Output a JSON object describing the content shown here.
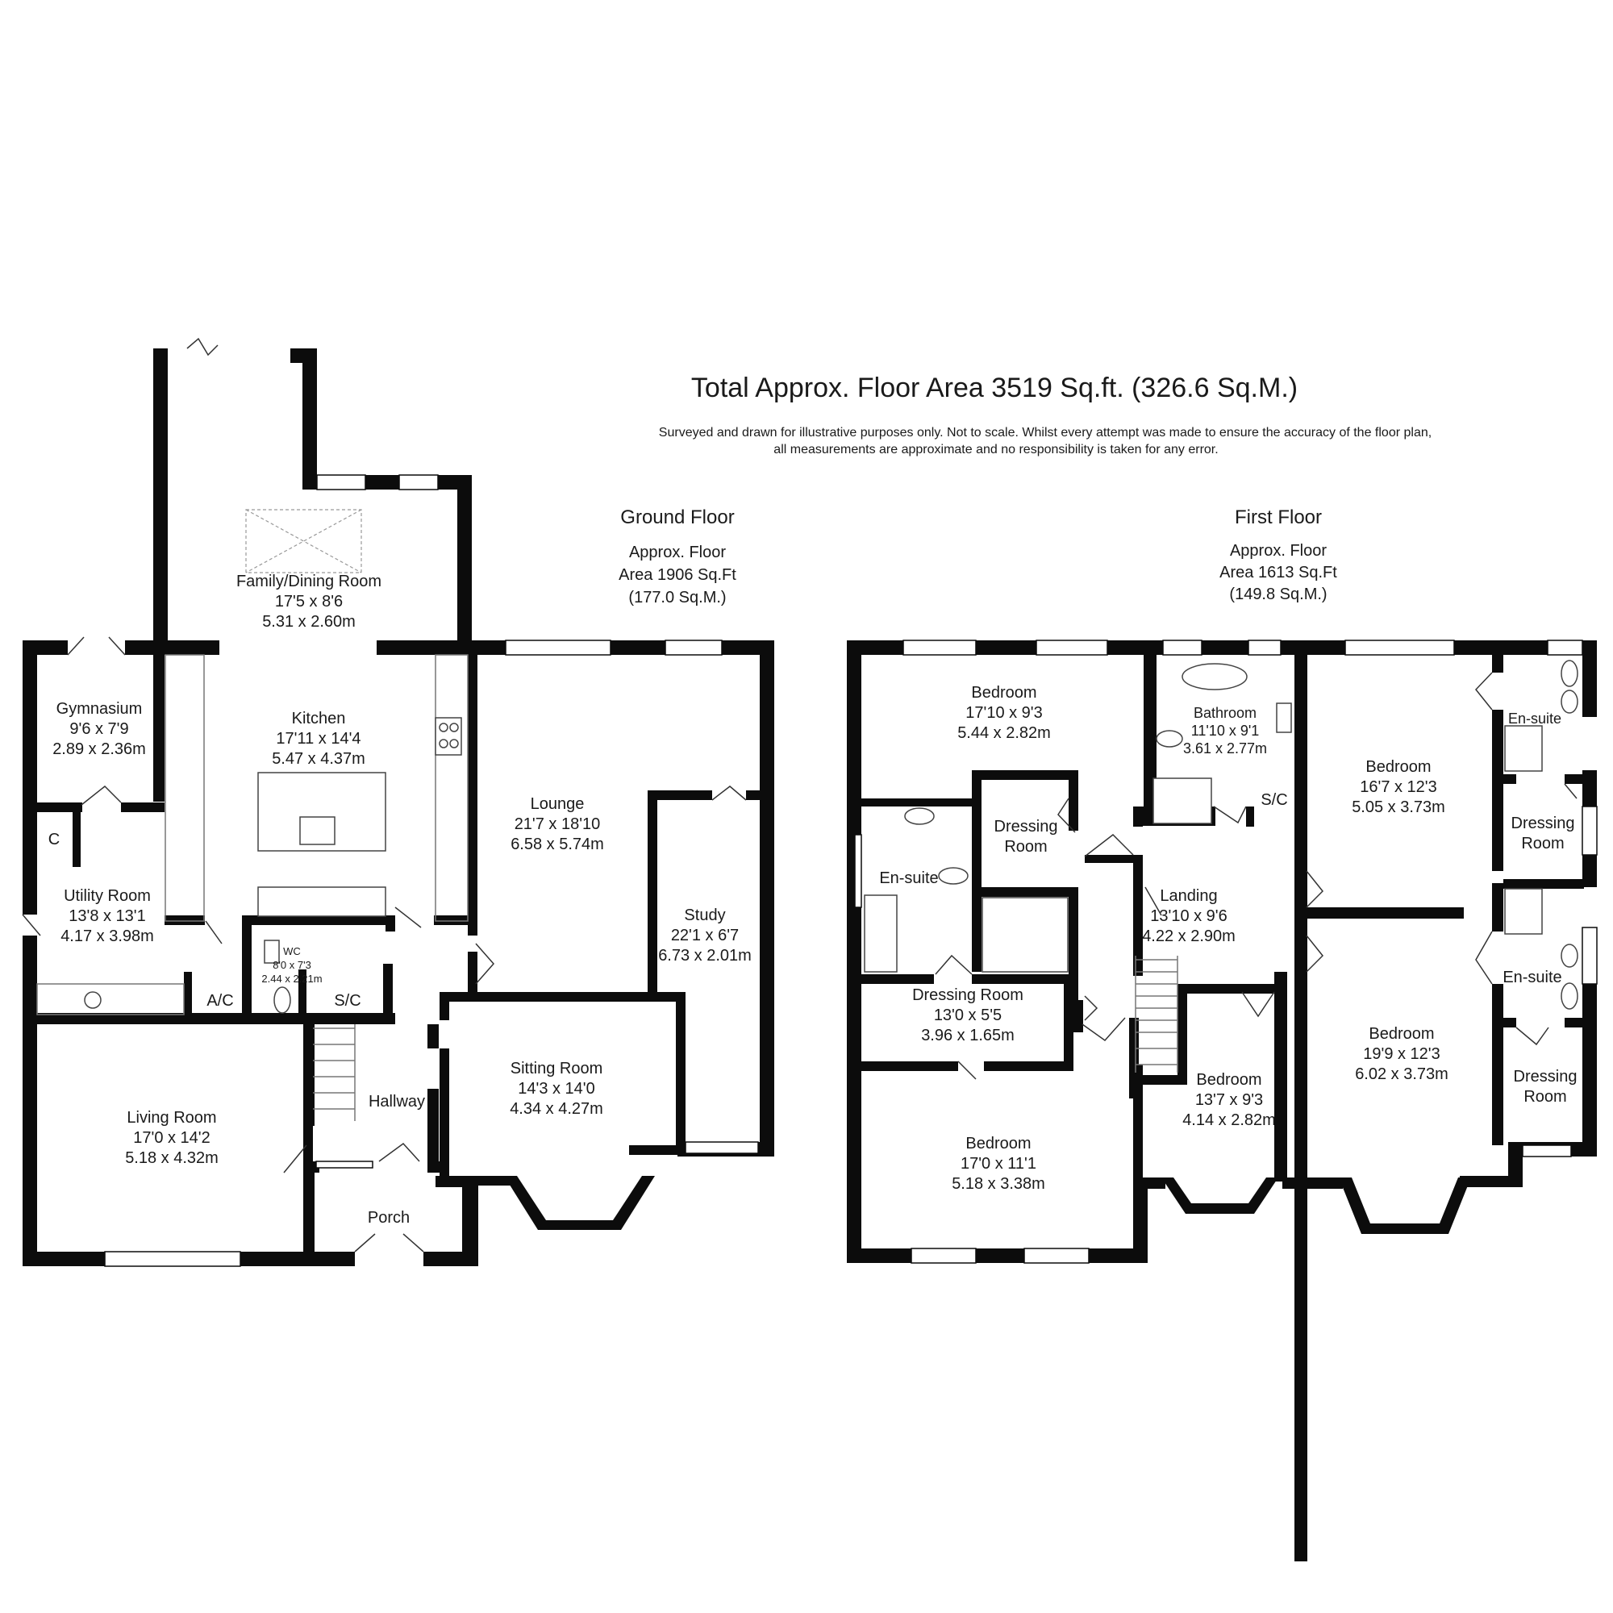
{
  "header": {
    "title": "Total Approx. Floor Area 3519 Sq.ft. (326.6 Sq.M.)",
    "disclaimer_line1": "Surveyed and drawn for illustrative purposes only. Not to scale. Whilst every attempt was made to ensure the accuracy of the floor plan,",
    "disclaimer_line2": "all measurements are approximate and no responsibility is taken for any error."
  },
  "ground_floor": {
    "name": "Ground Floor",
    "area_line1": "Approx. Floor",
    "area_line2": "Area 1906 Sq.Ft",
    "area_line3": "(177.0 Sq.M.)",
    "rooms": {
      "family": {
        "name": "Family/Dining Room",
        "imperial": "17'5 x 8'6",
        "metric": "5.31 x 2.60m"
      },
      "kitchen": {
        "name": "Kitchen",
        "imperial": "17'11 x 14'4",
        "metric": "5.47 x 4.37m"
      },
      "gym": {
        "name": "Gymnasium",
        "imperial": "9'6 x 7'9",
        "metric": "2.89 x 2.36m"
      },
      "utility": {
        "name": "Utility Room",
        "imperial": "13'8 x 13'1",
        "metric": "4.17 x 3.98m"
      },
      "cupboard": {
        "name": "C"
      },
      "wc": {
        "name": "WC",
        "imperial": "8'0 x 7'3",
        "metric": "2.44 x 2.21m"
      },
      "ac": {
        "name": "A/C"
      },
      "sc": {
        "name": "S/C"
      },
      "lounge": {
        "name": "Lounge",
        "imperial": "21'7 x 18'10",
        "metric": "6.58 x 5.74m"
      },
      "study": {
        "name": "Study",
        "imperial": "22'1 x 6'7",
        "metric": "6.73 x 2.01m"
      },
      "sitting": {
        "name": "Sitting Room",
        "imperial": "14'3 x 14'0",
        "metric": "4.34 x 4.27m"
      },
      "living": {
        "name": "Living Room",
        "imperial": "17'0 x 14'2",
        "metric": "5.18 x 4.32m"
      },
      "hallway": {
        "name": "Hallway"
      },
      "porch": {
        "name": "Porch"
      }
    }
  },
  "first_floor": {
    "name": "First Floor",
    "area_line1": "Approx. Floor",
    "area_line2": "Area 1613 Sq.Ft",
    "area_line3": "(149.8 Sq.M.)",
    "rooms": {
      "bed1": {
        "name": "Bedroom",
        "imperial": "17'10 x 9'3",
        "metric": "5.44 x 2.82m"
      },
      "bathroom": {
        "name": "Bathroom",
        "imperial": "11'10 x 9'1",
        "metric": "3.61 x 2.77m"
      },
      "sc": {
        "name": "S/C"
      },
      "bed2": {
        "name": "Bedroom",
        "imperial": "16'7 x 12'3",
        "metric": "5.05 x 3.73m"
      },
      "ensuite_tr": {
        "name": "En-suite"
      },
      "dressing_r1_l1": "Dressing",
      "dressing_r1_l2": "Room",
      "dressing_l1": "Dressing",
      "dressing_l2": "Room",
      "ensuite_l": {
        "name": "En-suite"
      },
      "landing": {
        "name": "Landing",
        "imperial": "13'10 x 9'6",
        "metric": "4.22 x 2.90m"
      },
      "dressing_long": {
        "name": "Dressing Room",
        "imperial": "13'0 x 5'5",
        "metric": "3.96 x 1.65m"
      },
      "ensuite_r": {
        "name": "En-suite"
      },
      "bed3": {
        "name": "Bedroom",
        "imperial": "19'9 x 12'3",
        "metric": "6.02 x 3.73m"
      },
      "dressing_r2_l1": "Dressing",
      "dressing_r2_l2": "Room",
      "bed4": {
        "name": "Bedroom",
        "imperial": "17'0 x 11'1",
        "metric": "5.18 x 3.38m"
      },
      "bed5": {
        "name": "Bedroom",
        "imperial": "13'7 x 9'3",
        "metric": "4.14 x 2.82m"
      }
    }
  }
}
